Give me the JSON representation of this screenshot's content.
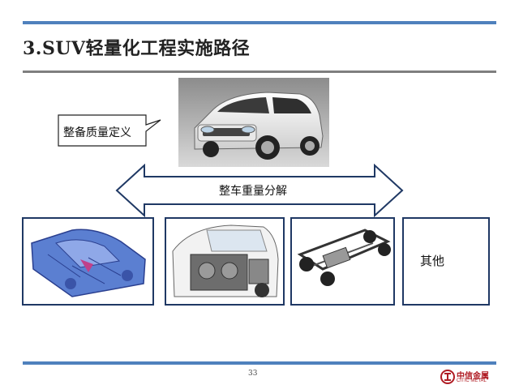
{
  "slide": {
    "title": "3.SUV轻量化工程实施路径",
    "page_number": "33"
  },
  "callout": {
    "label": "整备质量定义"
  },
  "arrow": {
    "label": "整车重量分解"
  },
  "components": [
    {
      "name": "body-structure",
      "icon": "car-body-frame-icon"
    },
    {
      "name": "powertrain",
      "icon": "engine-cutaway-icon"
    },
    {
      "name": "chassis",
      "icon": "chassis-frame-icon"
    },
    {
      "name": "other",
      "label": "其他"
    }
  ],
  "logo": {
    "cn": "中信金属",
    "en": "CITIC METAL"
  },
  "colors": {
    "accent_blue": "#4f81bd",
    "box_border": "#1f3864",
    "logo_red": "#b01c24"
  }
}
